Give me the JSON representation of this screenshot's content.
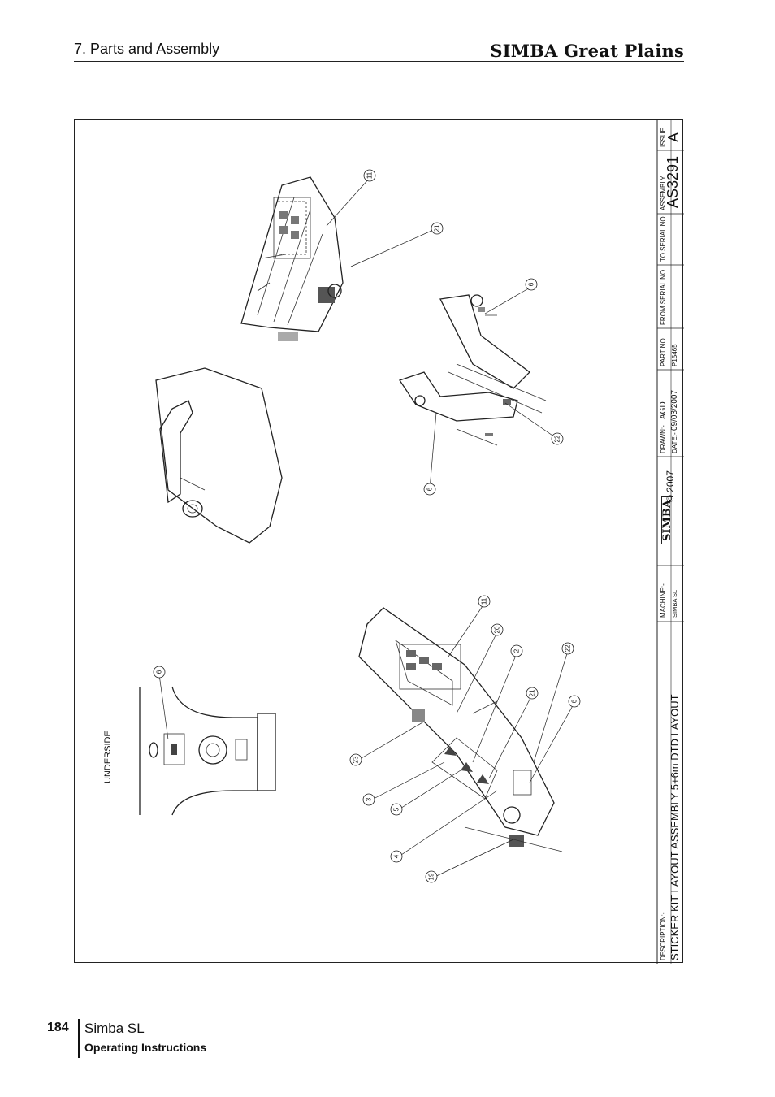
{
  "header": {
    "section": "7. Parts and Assembly",
    "brand": "SIMBA Great Plains"
  },
  "drawing": {
    "underside_label": "UNDERSIDE",
    "title_block": {
      "description_label": "DESCRIPTION:-",
      "description": "STICKER KIT LAYOUT ASSEMBLY 5+6m DTD LAYOUT",
      "machine_label": "MACHINE:-",
      "machine": "SIMBA SL",
      "logo_text": "SIMBA",
      "copyright": "© 2007",
      "drawn_label": "DRAWN:-",
      "drawn": "AGD",
      "date_label": "DATE:-",
      "date": "09/03/2007",
      "part_no_label": "PART NO.",
      "part_no": "P15465",
      "from_serial_label": "FROM SERIAL NO.",
      "to_serial_label": "TO SERIAL NO.",
      "assembly_label": "ASSEMBLY",
      "assembly": "AS3291",
      "issue_label": "ISSUE",
      "issue": "A"
    },
    "balloons": [
      "11",
      "21",
      "6",
      "22",
      "6",
      "6",
      "11",
      "20",
      "2",
      "22",
      "21",
      "6",
      "23",
      "3",
      "5",
      "4",
      "19"
    ]
  },
  "footer": {
    "page_number": "184",
    "title": "Simba SL",
    "subtitle": "Operating Instructions"
  }
}
